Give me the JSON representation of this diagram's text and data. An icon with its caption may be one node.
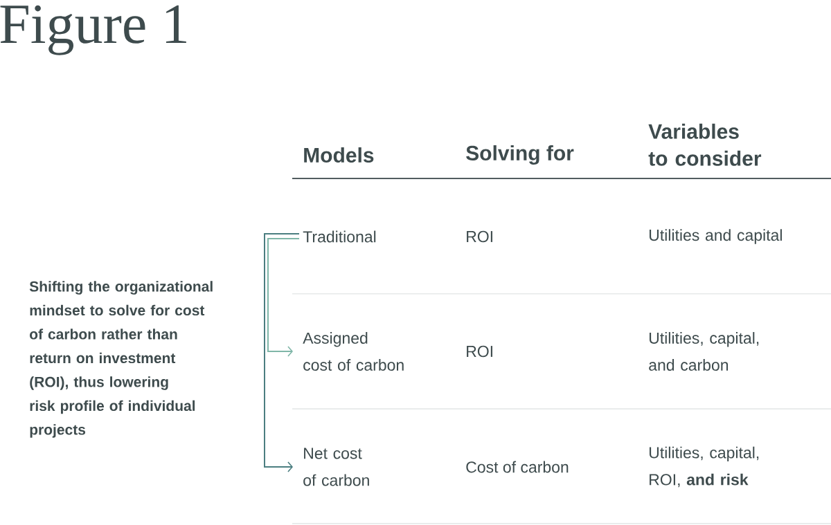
{
  "diagram": {
    "title": "Figure 1",
    "nodes": [
      {
        "text": [
          "Traditional"
        ]
      },
      {
        "text": [
          "Assigned cost of carbon"
        ]
      },
      {
        "text": [
          "Net cost of carbon"
        ]
      }
    ],
    "edges": [
      {
        "from": 0,
        "to": 1,
        "arrow": "to",
        "color": "#7fb6a8"
      },
      {
        "from": 0,
        "to": 2,
        "arrow": "to",
        "color": "#4b7e80"
      }
    ],
    "labels": [
      "Shifting the organizational mindset to solve for cost of carbon rather than return on investment (ROI), thus lowering risk profile of individual projects",
      "Models",
      "Solving for",
      "Variables to consider",
      "ROI",
      "Utilities and capital",
      "ROI",
      "Utilities, capital, and carbon",
      "Cost of carbon",
      "Utilities, capital, ROI, **and risk**"
    ]
  }
}
